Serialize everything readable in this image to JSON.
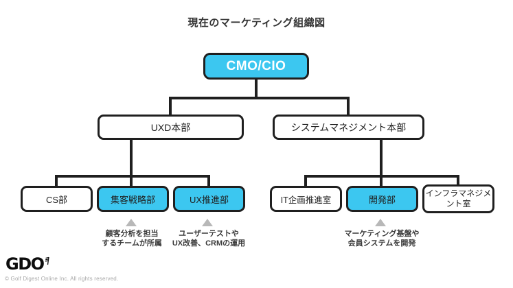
{
  "title": "現在のマーケティング組織図",
  "colors": {
    "accent": "#3cc7f0",
    "line": "#1f1f1f",
    "triangle": "#b8b8b8",
    "note_text": "#3a3a3a"
  },
  "org": {
    "root": {
      "label": "CMO/CIO",
      "highlight": true
    },
    "divisions": [
      {
        "label": "UXD本部",
        "highlight": false
      },
      {
        "label": "システムマネジメント本部",
        "highlight": false
      }
    ],
    "departments": [
      {
        "label": "CS部",
        "highlight": false,
        "parent": "UXD本部"
      },
      {
        "label": "集客戦略部",
        "highlight": true,
        "parent": "UXD本部"
      },
      {
        "label": "UX推進部",
        "highlight": true,
        "parent": "UXD本部"
      },
      {
        "label": "IT企画推進室",
        "highlight": false,
        "parent": "システムマネジメント本部"
      },
      {
        "label": "開発部",
        "highlight": true,
        "parent": "システムマネジメント本部"
      },
      {
        "label": "インフラマネジメ\nント室",
        "highlight": false,
        "parent": "システムマネジメント本部"
      }
    ],
    "annotations": [
      {
        "target": "集客戦略部",
        "text": "顧客分析を担当\nするチームが所属"
      },
      {
        "target": "UX推進部",
        "text": "ユーザーテストや\nUX改善、CRMの運用"
      },
      {
        "target": "開発部",
        "text": "マーケティング基盤や\n会員システムを開発"
      }
    ]
  },
  "footer": {
    "logo": "GDO",
    "copyright": "© Golf Digest Online Inc.  All rights reserved."
  }
}
